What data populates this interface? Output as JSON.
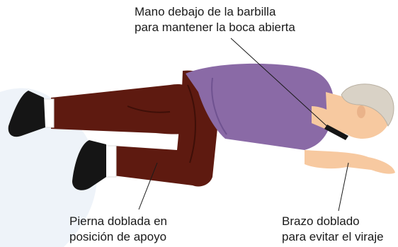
{
  "labels": {
    "top": {
      "line1": "Mano debajo de la barbilla",
      "line2": "para mantener la boca abierta"
    },
    "leg": {
      "line1": "Pierna doblada en",
      "line2": "posición de apoyo"
    },
    "arm": {
      "line1": "Brazo doblado",
      "line2": "para evitar el viraje"
    }
  },
  "colors": {
    "shirt": "#8a6aa6",
    "shirt_dark": "#6f5290",
    "pants": "#5e1a10",
    "pants_dark": "#3e0f08",
    "skin": "#f7c9a0",
    "hair": "#d9d2c6",
    "shoes": "#151515",
    "background_accent": "#e8eef6"
  },
  "icons": [
    "recovery-position-figure"
  ]
}
